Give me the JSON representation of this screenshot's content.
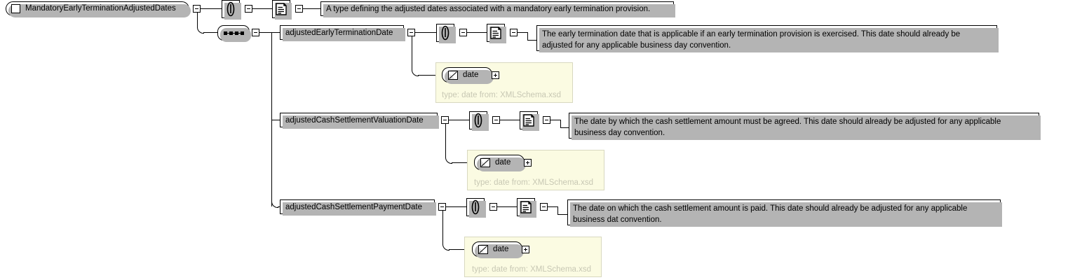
{
  "diagram": {
    "kind": "xml-schema-diagram",
    "root": {
      "name": "MandatoryEarlyTerminationAdjustedDates",
      "icon": "element-square-icon",
      "toggle": "minus",
      "annotation_icon_1": "paperclip-icon",
      "annotation_icon_2": "documentation-scroll-icon",
      "documentation": "A type defining the adjusted dates associated with a mandatory early termination provision."
    },
    "compositor": {
      "type": "sequence",
      "icon": "sequence-icon",
      "toggle": "minus"
    },
    "elements": [
      {
        "name": "adjustedEarlyTerminationDate",
        "toggle": "minus",
        "annotation_icon_1": "paperclip-icon",
        "annotation_icon_2": "documentation-scroll-icon",
        "documentation": "The early termination date that is applicable if an early termination provision is exercised. This date should already be adjusted for any applicable business day convention.",
        "type_ref": {
          "name": "date",
          "icon": "simple-type-icon",
          "toggle": "plus",
          "caption": "type: date from: XMLSchema.xsd"
        }
      },
      {
        "name": "adjustedCashSettlementValuationDate",
        "toggle": "minus",
        "annotation_icon_1": "paperclip-icon",
        "annotation_icon_2": "documentation-scroll-icon",
        "documentation": "The date by which the cash settlement amount must be agreed. This date should already be adjusted for any applicable business day convention.",
        "type_ref": {
          "name": "date",
          "icon": "simple-type-icon",
          "toggle": "plus",
          "caption": "type: date from: XMLSchema.xsd"
        }
      },
      {
        "name": "adjustedCashSettlementPaymentDate",
        "toggle": "minus",
        "annotation_icon_1": "paperclip-icon",
        "annotation_icon_2": "documentation-scroll-icon",
        "documentation": "The date on which the cash settlement amount is paid. This date should already be adjusted for any applicable business dat convention.",
        "type_ref": {
          "name": "date",
          "icon": "simple-type-icon",
          "toggle": "plus",
          "caption": "type: date from: XMLSchema.xsd"
        }
      }
    ],
    "colors": {
      "background": "#ffffff",
      "line": "#000000",
      "shadow": "#b4b4b4",
      "type_panel_fill": "#fbfbe2",
      "type_panel_border": "#d8d8c0",
      "type_caption_text": "#c8c8b4"
    }
  }
}
